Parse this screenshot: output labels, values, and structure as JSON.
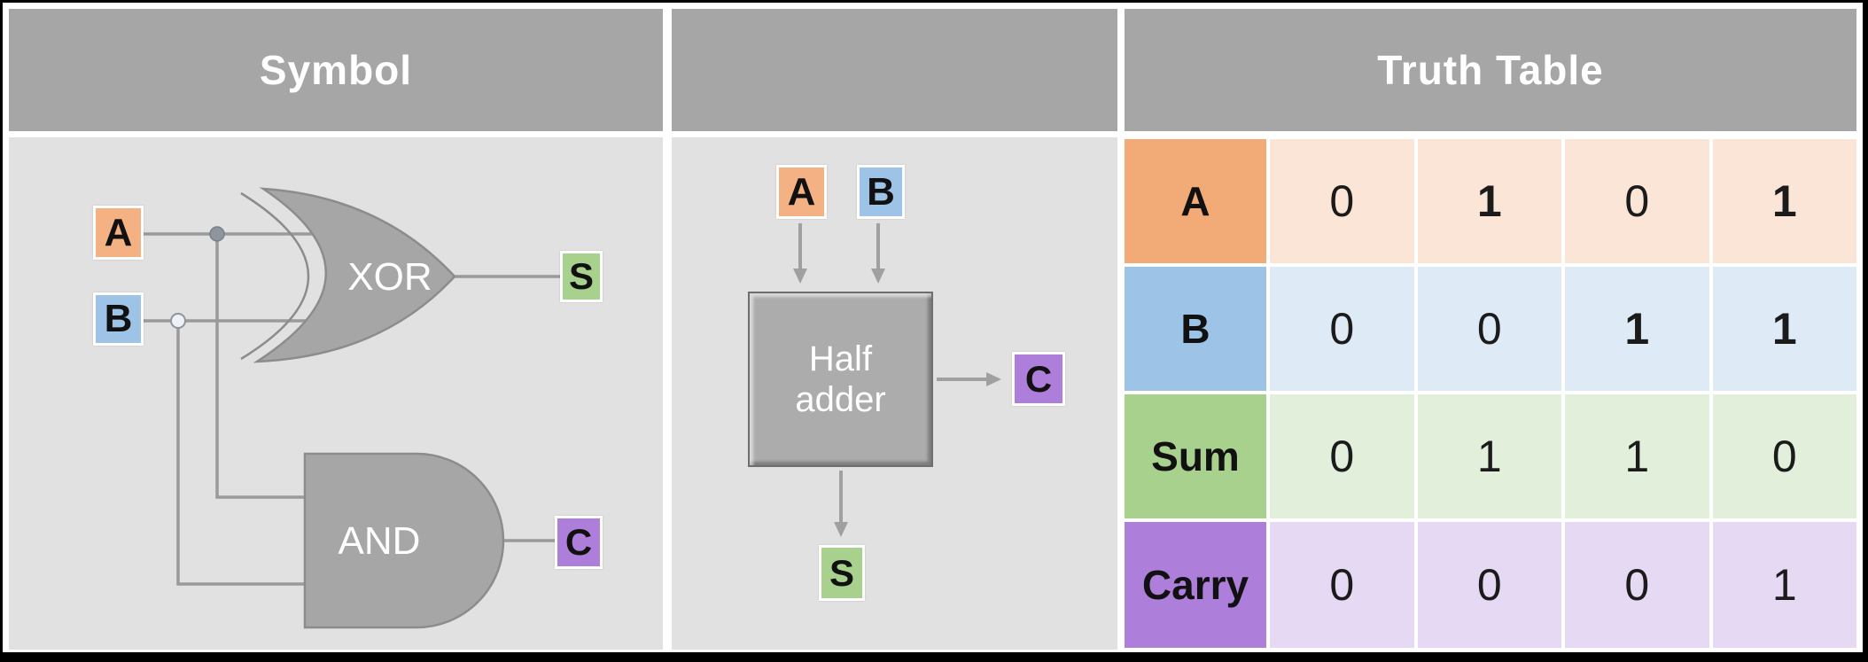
{
  "symbol_panel": {
    "title": "Symbol",
    "input_a": "A",
    "input_b": "B",
    "xor_gate_label": "XOR",
    "and_gate_label": "AND",
    "sum_output": "S",
    "carry_output": "C"
  },
  "block_panel": {
    "header_label": "",
    "input_a": "A",
    "input_b": "B",
    "block_label": "Half adder",
    "carry_output": "C",
    "sum_output": "S"
  },
  "truth_table": {
    "title": "Truth Table",
    "rows": [
      {
        "label": "A",
        "header_color": "#f2aa76",
        "cell_color": "#fbe5d6",
        "values": [
          "0",
          "1",
          "0",
          "1"
        ],
        "bold": [
          false,
          true,
          false,
          true
        ]
      },
      {
        "label": "B",
        "header_color": "#9dc3e6",
        "cell_color": "#deebf7",
        "values": [
          "0",
          "0",
          "1",
          "1"
        ],
        "bold": [
          false,
          false,
          true,
          true
        ]
      },
      {
        "label": "Sum",
        "header_color": "#a9d18e",
        "cell_color": "#e2efda",
        "values": [
          "0",
          "1",
          "1",
          "0"
        ],
        "bold": [
          false,
          false,
          false,
          false
        ]
      },
      {
        "label": "Carry",
        "header_color": "#ae7edb",
        "cell_color": "#e6d9f4",
        "values": [
          "0",
          "0",
          "0",
          "1"
        ],
        "bold": [
          false,
          false,
          false,
          false
        ]
      }
    ]
  },
  "colors": {
    "accent_orange": "#f4b183",
    "accent_blue": "#9dc3e6",
    "accent_green": "#a9d18e",
    "accent_purple": "#ae7edb",
    "header_gray": "#a6a6a6",
    "panel_background": "#e2e1e1",
    "gate_gray": "#a6a6a6",
    "wire_gray": "#9a9a9a"
  }
}
